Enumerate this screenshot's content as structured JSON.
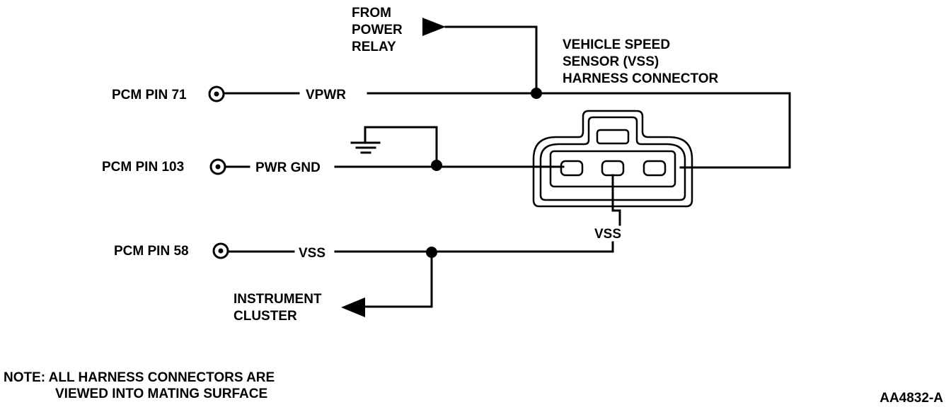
{
  "power_source": {
    "line1": "FROM",
    "line2": "POWER",
    "line3": "RELAY"
  },
  "connector_title": {
    "line1": "VEHICLE SPEED",
    "line2": "SENSOR (VSS)",
    "line3": "HARNESS CONNECTOR"
  },
  "pins": {
    "pin71": {
      "label": "PCM PIN 71",
      "signal": "VPWR"
    },
    "pin103": {
      "label": "PCM PIN 103",
      "signal": "PWR GND"
    },
    "pin58": {
      "label": "PCM PIN 58",
      "signal": "VSS"
    }
  },
  "vss_terminal_label": "VSS",
  "instrument_cluster": {
    "line1": "INSTRUMENT",
    "line2": "CLUSTER"
  },
  "note": {
    "line1": "NOTE: ALL HARNESS CONNECTORS ARE",
    "line2": "VIEWED INTO MATING SURFACE"
  },
  "figure_id": "AA4832-A",
  "colors": {
    "ink": "#000000",
    "background": "#ffffff"
  }
}
